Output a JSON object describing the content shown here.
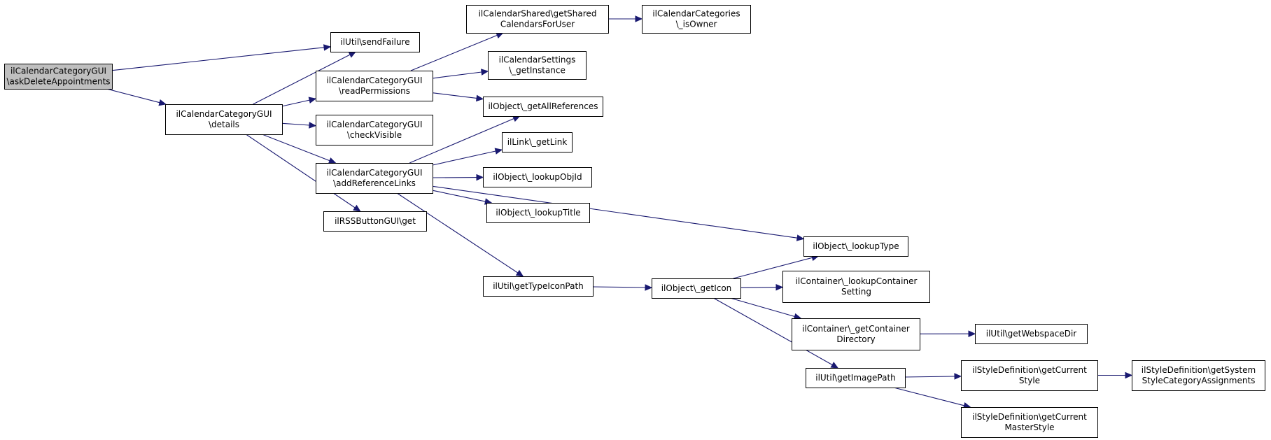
{
  "graph": {
    "nodes": [
      {
        "id": "root",
        "lines": [
          "ilCalendarCategoryGUI",
          "\\askDeleteAppointments"
        ],
        "root": true
      },
      {
        "id": "sendFailure",
        "lines": [
          "ilUtil\\sendFailure"
        ]
      },
      {
        "id": "details",
        "lines": [
          "ilCalendarCategoryGUI",
          "\\details"
        ]
      },
      {
        "id": "readPermissions",
        "lines": [
          "ilCalendarCategoryGUI",
          "\\readPermissions"
        ]
      },
      {
        "id": "checkVisible",
        "lines": [
          "ilCalendarCategoryGUI",
          "\\checkVisible"
        ]
      },
      {
        "id": "addReferenceLinks",
        "lines": [
          "ilCalendarCategoryGUI",
          "\\addReferenceLinks"
        ]
      },
      {
        "id": "rssGet",
        "lines": [
          "ilRSSButtonGUI\\get"
        ]
      },
      {
        "id": "getSharedCalendars",
        "lines": [
          "ilCalendarShared\\getShared",
          "CalendarsForUser"
        ]
      },
      {
        "id": "isOwner",
        "lines": [
          "ilCalendarCategories",
          "\\_isOwner"
        ]
      },
      {
        "id": "getInstance",
        "lines": [
          "ilCalendarSettings",
          "\\_getInstance"
        ]
      },
      {
        "id": "getAllReferences",
        "lines": [
          "ilObject\\_getAllReferences"
        ]
      },
      {
        "id": "getLink",
        "lines": [
          "ilLink\\_getLink"
        ]
      },
      {
        "id": "lookupObjId",
        "lines": [
          "ilObject\\_lookupObjId"
        ]
      },
      {
        "id": "lookupTitle",
        "lines": [
          "ilObject\\_lookupTitle"
        ]
      },
      {
        "id": "lookupType",
        "lines": [
          "ilObject\\_lookupType"
        ]
      },
      {
        "id": "getTypeIconPath",
        "lines": [
          "ilUtil\\getTypeIconPath"
        ]
      },
      {
        "id": "getIcon",
        "lines": [
          "ilObject\\_getIcon"
        ]
      },
      {
        "id": "lookupContainerSetting",
        "lines": [
          "ilContainer\\_lookupContainer",
          "Setting"
        ]
      },
      {
        "id": "getContainerDirectory",
        "lines": [
          "ilContainer\\_getContainer",
          "Directory"
        ]
      },
      {
        "id": "getWebspaceDir",
        "lines": [
          "ilUtil\\getWebspaceDir"
        ]
      },
      {
        "id": "getImagePath",
        "lines": [
          "ilUtil\\getImagePath"
        ]
      },
      {
        "id": "getCurrentStyle",
        "lines": [
          "ilStyleDefinition\\getCurrent",
          "Style"
        ]
      },
      {
        "id": "getSystemStyleCategoryAssignments",
        "lines": [
          "ilStyleDefinition\\getSystem",
          "StyleCategoryAssignments"
        ]
      },
      {
        "id": "getCurrentMasterStyle",
        "lines": [
          "ilStyleDefinition\\getCurrent",
          "MasterStyle"
        ]
      }
    ],
    "edges": [
      [
        "root",
        "sendFailure"
      ],
      [
        "root",
        "details"
      ],
      [
        "details",
        "sendFailure"
      ],
      [
        "details",
        "readPermissions"
      ],
      [
        "details",
        "checkVisible"
      ],
      [
        "details",
        "addReferenceLinks"
      ],
      [
        "details",
        "rssGet"
      ],
      [
        "readPermissions",
        "getSharedCalendars"
      ],
      [
        "readPermissions",
        "getInstance"
      ],
      [
        "readPermissions",
        "getAllReferences"
      ],
      [
        "getSharedCalendars",
        "isOwner"
      ],
      [
        "addReferenceLinks",
        "getAllReferences"
      ],
      [
        "addReferenceLinks",
        "getLink"
      ],
      [
        "addReferenceLinks",
        "lookupObjId"
      ],
      [
        "addReferenceLinks",
        "lookupTitle"
      ],
      [
        "addReferenceLinks",
        "lookupType"
      ],
      [
        "addReferenceLinks",
        "getTypeIconPath"
      ],
      [
        "getTypeIconPath",
        "getIcon"
      ],
      [
        "getIcon",
        "lookupType"
      ],
      [
        "getIcon",
        "lookupContainerSetting"
      ],
      [
        "getIcon",
        "getContainerDirectory"
      ],
      [
        "getIcon",
        "getImagePath"
      ],
      [
        "getContainerDirectory",
        "getWebspaceDir"
      ],
      [
        "getImagePath",
        "getCurrentStyle"
      ],
      [
        "getImagePath",
        "getCurrentMasterStyle"
      ],
      [
        "getCurrentStyle",
        "getSystemStyleCategoryAssignments"
      ]
    ]
  }
}
